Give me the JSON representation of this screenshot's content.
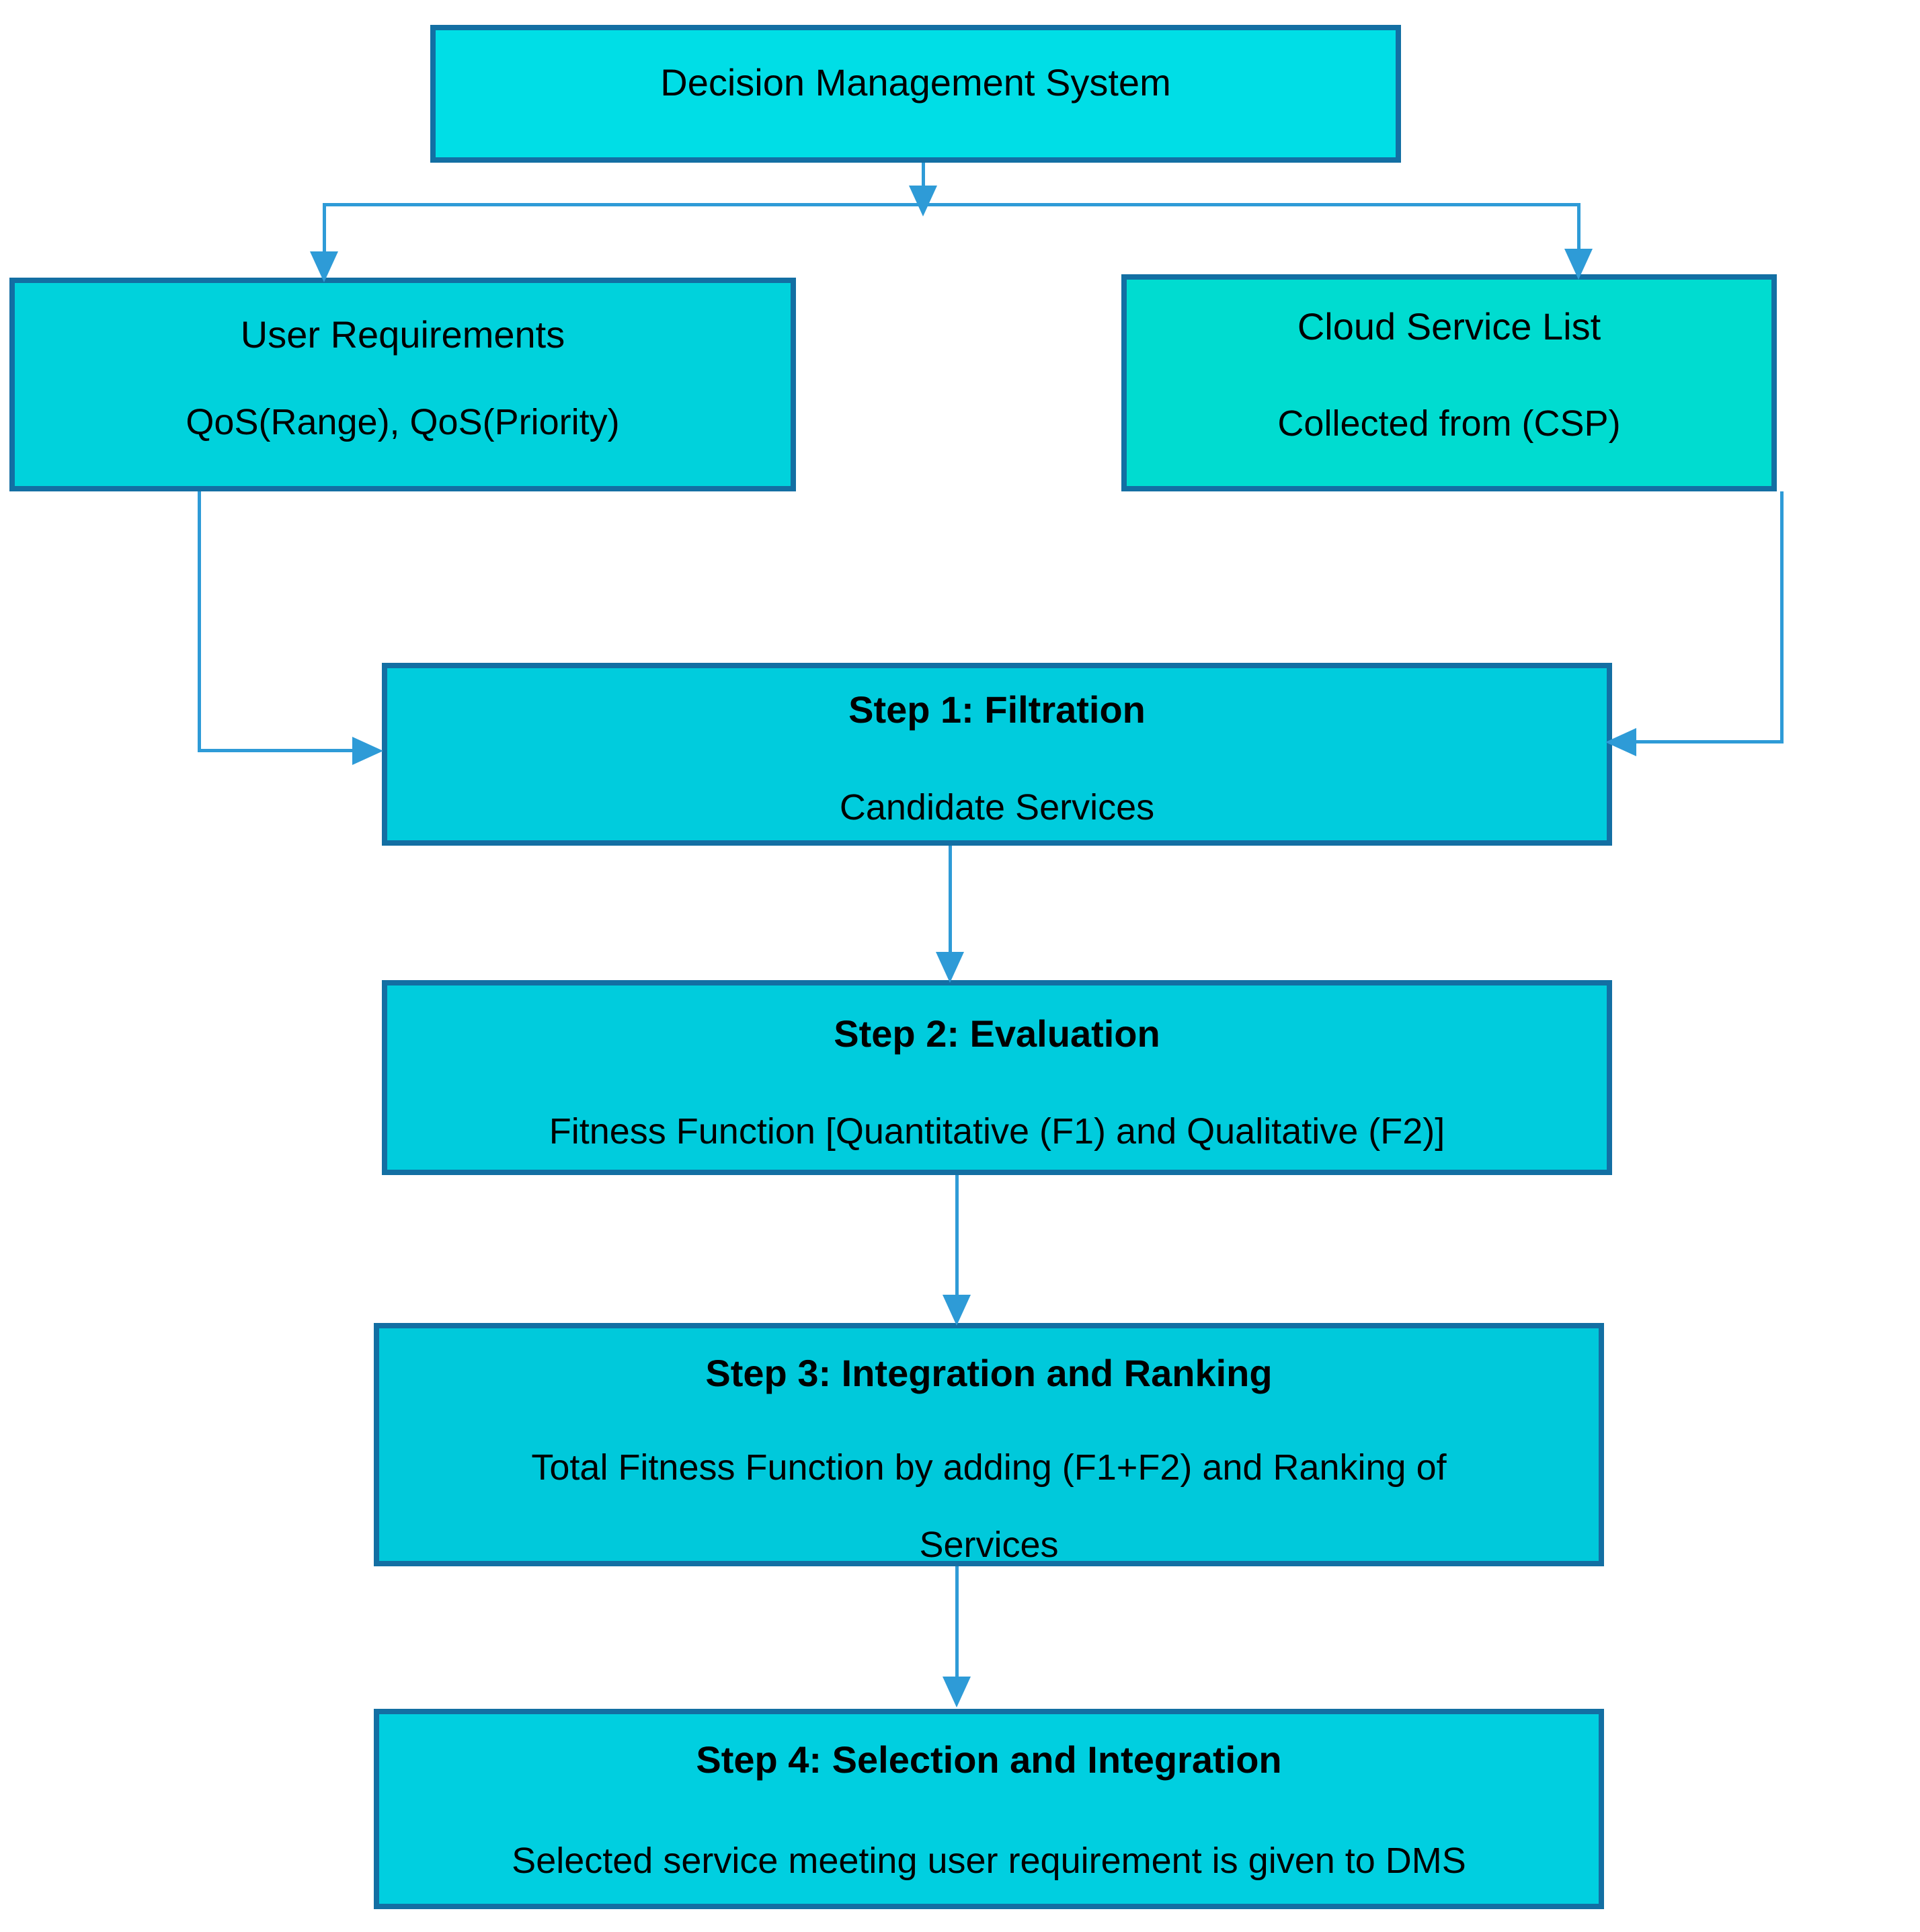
{
  "diagram": {
    "nodes": {
      "dms": {
        "title": "Decision Management System"
      },
      "user_requirements": {
        "title": "User Requirements",
        "subtitle": "QoS(Range), QoS(Priority)"
      },
      "cloud_service_list": {
        "title": "Cloud Service List",
        "subtitle": "Collected from (CSP)"
      },
      "step1": {
        "title": "Step 1: Filtration",
        "subtitle": "Candidate Services"
      },
      "step2": {
        "title": "Step 2: Evaluation",
        "subtitle": "Fitness Function [Quantitative (F1) and Qualitative (F2)]"
      },
      "step3": {
        "title": "Step 3: Integration and Ranking",
        "subtitle": "Total Fitness Function by adding (F1+F2) and Ranking of",
        "subtitle2": "Services"
      },
      "step4": {
        "title": "Step 4: Selection and Integration",
        "subtitle": "Selected service meeting user requirement is given to DMS"
      }
    },
    "colors": {
      "box_border": "#136fa3",
      "fill_bright_cyan": "#00dee6",
      "fill_cyan": "#00ccdd",
      "fill_teal": "#00dcd0",
      "connector_blue": "#2e9bd7",
      "text": "#000000",
      "background": "#ffffff"
    }
  }
}
